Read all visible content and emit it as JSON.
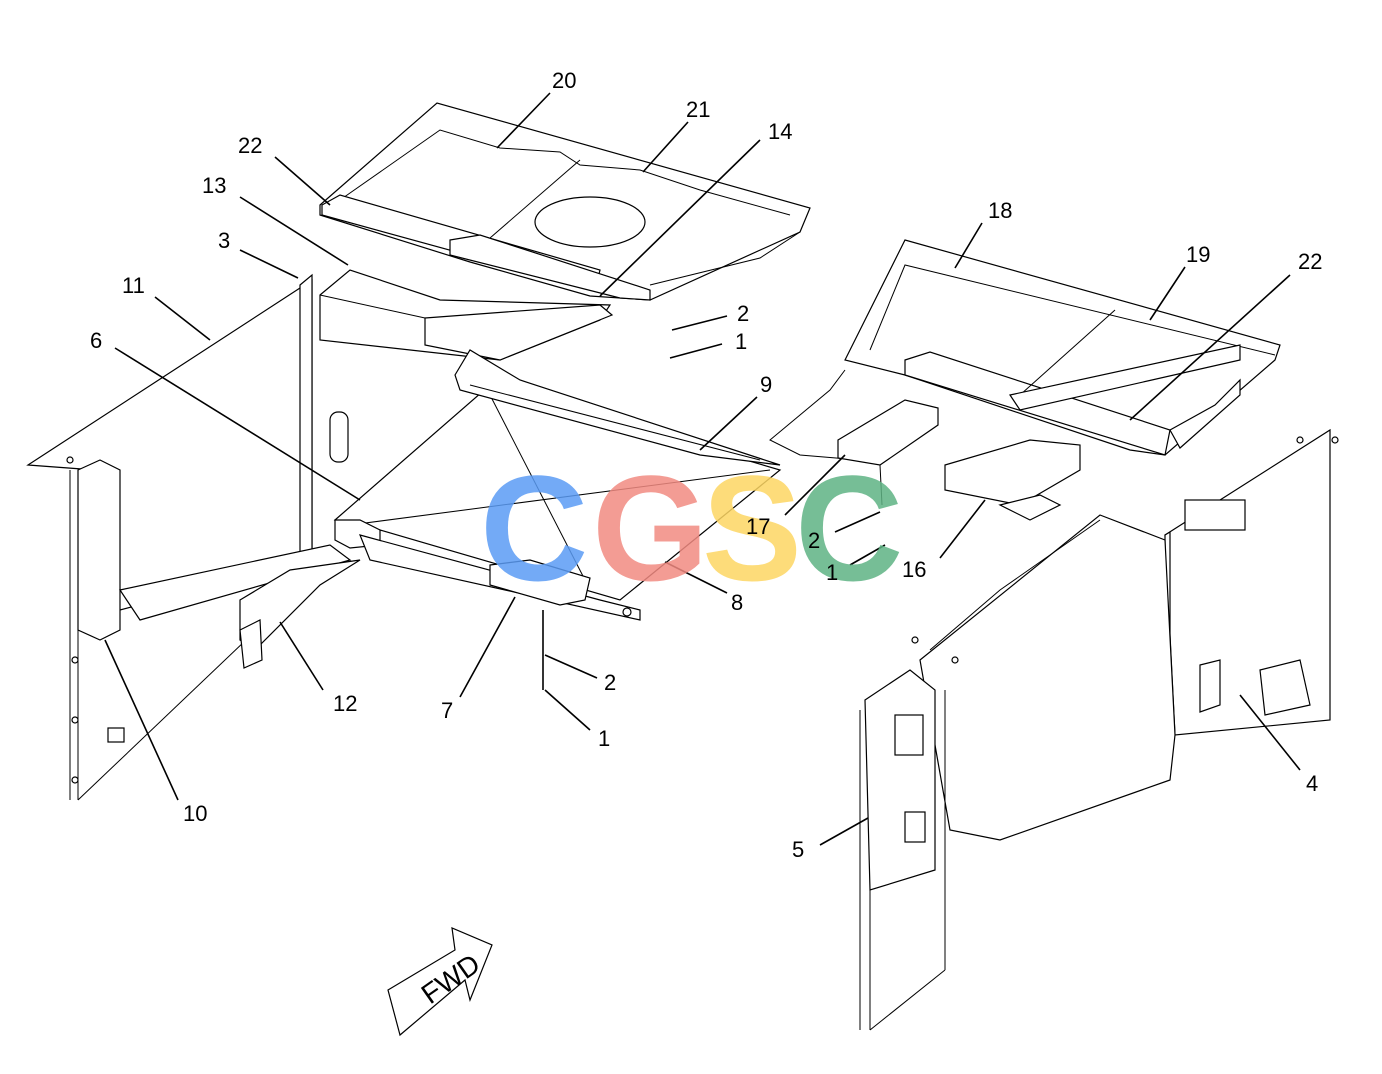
{
  "callouts": {
    "c20": "20",
    "c21": "21",
    "c14": "14",
    "c22a": "22",
    "c13": "13",
    "c3": "3",
    "c11": "11",
    "c6": "6",
    "c9": "9",
    "c2a": "2",
    "c1a": "1",
    "c18": "18",
    "c19": "19",
    "c22b": "22",
    "c17": "17",
    "c2b": "2",
    "c1b": "1",
    "c16": "16",
    "c8": "8",
    "c7": "7",
    "c2c": "2",
    "c1c": "1",
    "c12": "12",
    "c10": "10",
    "c4": "4",
    "c5": "5"
  },
  "watermark": {
    "letters": [
      "C",
      "G",
      "S",
      "C"
    ],
    "colors": [
      "#5b9cf5",
      "#f28b82",
      "#fdd663",
      "#5fb384"
    ]
  },
  "direction_arrow": {
    "label": "FWD"
  }
}
